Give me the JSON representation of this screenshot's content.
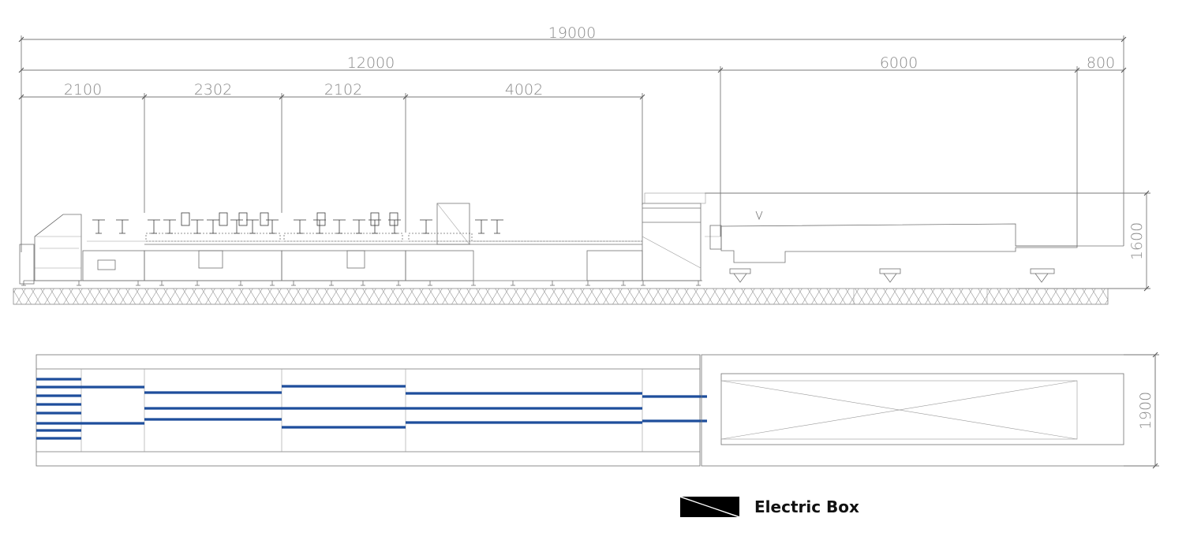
{
  "dimensions": {
    "total_length": "19000",
    "section_length": "12000",
    "conveyor_length": "6000",
    "end_length": "800",
    "module_1": "2100",
    "module_2": "2302",
    "module_3": "2102",
    "module_4": "4002",
    "height": "1600",
    "width": "1900"
  },
  "legend": {
    "electric_box_label": "Electric Box"
  },
  "colors": {
    "belt": "#1e4e9c",
    "line": "#707070",
    "dimension_text": "#8a8a8a"
  }
}
